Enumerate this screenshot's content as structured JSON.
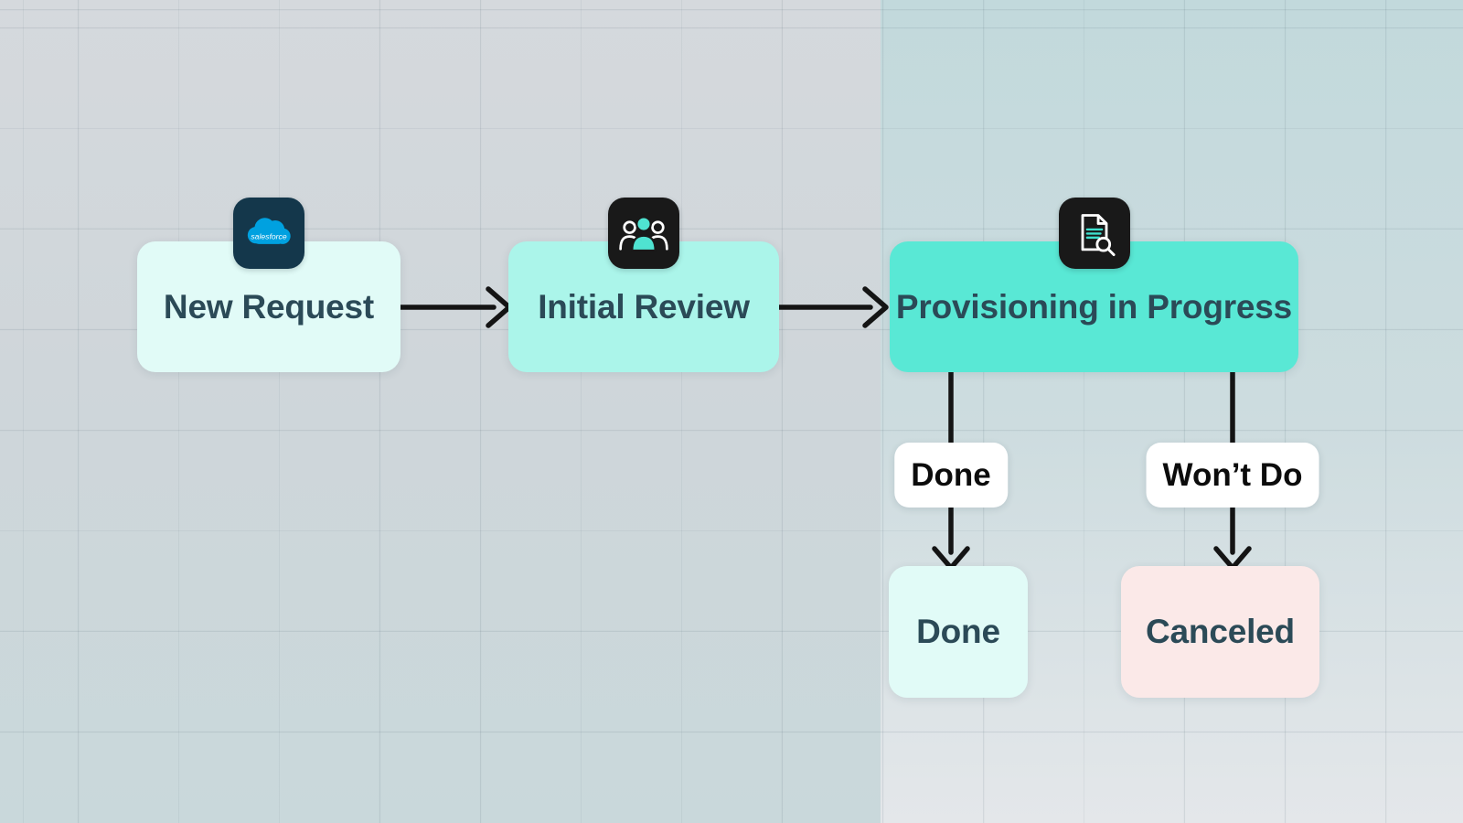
{
  "diagram": {
    "nodes": {
      "new_request": {
        "label": "New Request",
        "fill": "#E1FBF7"
      },
      "initial_review": {
        "label": "Initial Review",
        "fill": "#ABF5EA"
      },
      "provisioning": {
        "label": "Provisioning in Progress",
        "fill": "#59E8D5"
      },
      "done": {
        "label": "Done",
        "fill": "#E1FBF7"
      },
      "canceled": {
        "label": "Canceled",
        "fill": "#FBE9E8"
      }
    },
    "edge_labels": {
      "done": {
        "label": "Done"
      },
      "wont_do": {
        "label": "Won’t Do"
      }
    },
    "icons": {
      "salesforce": {
        "name": "salesforce-icon",
        "logo_text": "salesforce",
        "brand_color": "#00A1E0",
        "tile_color": "#14374B"
      },
      "team": {
        "name": "team-icon",
        "accent": "#4FE3D1",
        "tile_color": "#191919"
      },
      "document_search": {
        "name": "document-search-icon",
        "accent": "#3EE0CE",
        "tile_color": "#191919"
      }
    },
    "colors": {
      "node_text": "#2B4A57",
      "edge_label_text": "#0C0C0C",
      "edge_stroke": "#141414",
      "background_left_top": "#D5D9DD",
      "background_left_bottom": "#C9D8DB",
      "background_right_top": "#C2D9DC",
      "background_right_bottom": "#E4E7EA"
    }
  }
}
